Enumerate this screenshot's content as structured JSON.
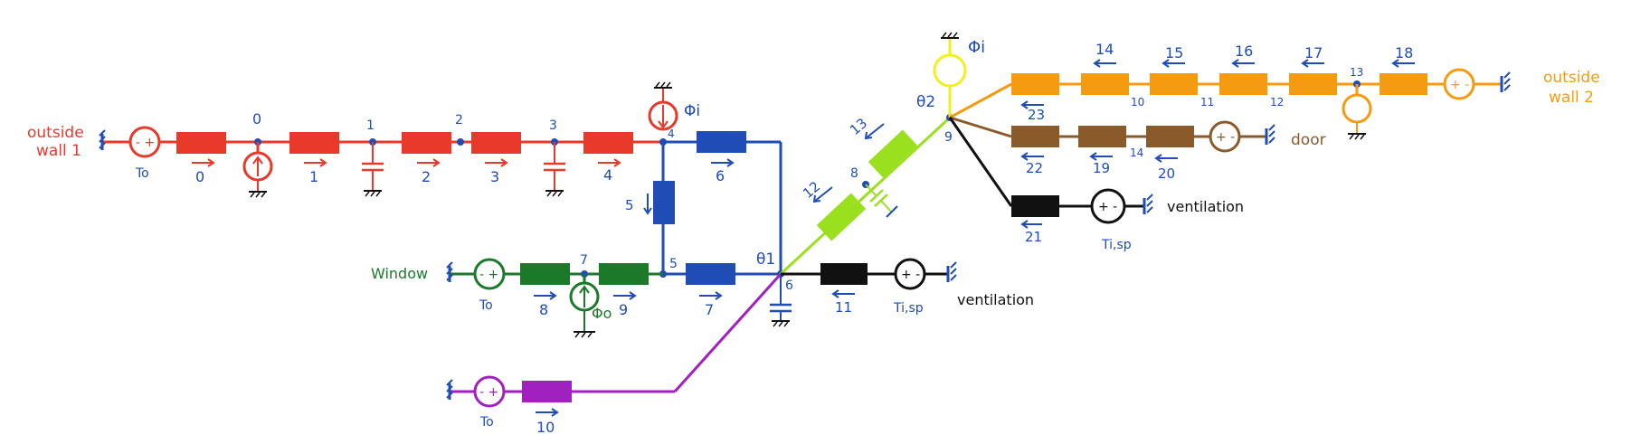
{
  "colors": {
    "wall1": "#e8392a",
    "window": "#1a7a2a",
    "inner": "#1f4db5",
    "purple": "#a020c0",
    "green": "#9be01e",
    "yellow": "#f0f020",
    "wall2": "#f59b12",
    "door": "#8b5a2b",
    "vent": "#111111"
  },
  "labels": {
    "outside_wall1_a": "outside",
    "outside_wall1_b": "wall 1",
    "outside_wall2_a": "outside",
    "outside_wall2_b": "wall 2",
    "window": "Window",
    "door": "door",
    "ventilation": "ventilation",
    "To": "To",
    "Ti_sp": "Ti,sp",
    "phi_i": "Φi",
    "phi_o": "Φo",
    "theta_1": "θ1",
    "theta_2": "θ2"
  },
  "nodes": [
    "0",
    "1",
    "2",
    "3",
    "4",
    "5",
    "6",
    "7",
    "8",
    "9",
    "10",
    "11",
    "12",
    "13",
    "14"
  ],
  "branches": [
    "0",
    "1",
    "2",
    "3",
    "4",
    "5",
    "6",
    "7",
    "8",
    "9",
    "10",
    "11",
    "12",
    "13",
    "14",
    "15",
    "16",
    "17",
    "18",
    "19",
    "20",
    "21",
    "22",
    "23"
  ]
}
